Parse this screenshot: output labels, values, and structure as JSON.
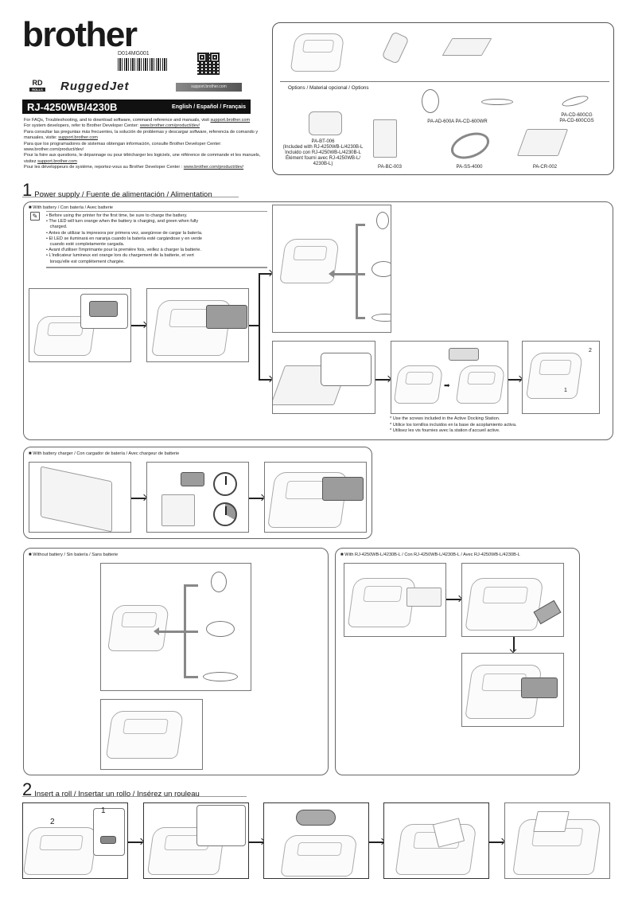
{
  "header": {
    "brand": "brother",
    "doc_code": "D014MG001",
    "rd_logo": {
      "top": "RD",
      "bottom": "ROLLS"
    },
    "product_line": "RuggedJet",
    "support_url_pill": "support.brother.com",
    "model": "RJ-4250WB/4230B",
    "languages": "English / Español / Français"
  },
  "intro": {
    "lines": [
      {
        "text": "For FAQs, Troubleshooting, and to download software, command reference and manuals, visit ",
        "link": "support.brother.com"
      },
      {
        "text": "For system developers, refer to Brother Developer Center: ",
        "link": "www.brother.com/product/dev/"
      },
      {
        "text": "Para consultar las preguntas más frecuentes, la solución de problemas y descargar software, referencia de comando y manuales, visite: ",
        "link": "support.brother.com"
      },
      {
        "text": "Para que los programadores de sistemas obtengan información, consulte Brother Developer Center: ",
        "link": "www.brother.com/product/dev/"
      },
      {
        "text": "Pour la foire aux questions, le dépannage ou pour télécharger les logiciels, une référence de commande et les manuels, visitez ",
        "link": "support.brother.com"
      },
      {
        "text": "Pour les développeurs de système, reportez-vous au Brother Developer Center : ",
        "link": "www.brother.com/product/dev/"
      }
    ]
  },
  "options": {
    "title": "Options / Material opcional / Options",
    "items": [
      {
        "label": "PA-BT-006\n(Included with RJ-4250WB-L/4230B-L\nIncluido con RJ-4250WB-L/4230B-L\nÉlément fourni avec RJ-4250WB-L/\n4230B-L)"
      },
      {
        "label": "PA-BC-003"
      },
      {
        "label": "PA-AD-600A PA-CD-600WR"
      },
      {
        "label": "PA-SS-4000"
      },
      {
        "label": "PA-CD-600CG\nPA-CD-600CGS"
      },
      {
        "label": "PA-CR-002"
      }
    ]
  },
  "section1": {
    "number": "1",
    "title": "Power supply / Fuente de alimentación / Alimentation",
    "with_battery": {
      "title": "With battery / Con batería / Avec batterie",
      "notes": [
        "• Before using the printer for the first time,  be sure to charge the battery.",
        "• The LED will turn orange when the battery is charging, and green when fully",
        "   charged.",
        "• Antes de utilizar la impresora por primera vez, asegúrese de cargar la batería.",
        "• El LED se iluminará en naranja cuando la batería esté cargándose y en verde",
        "   cuando esté completamente cargada.",
        "• Avant d'utiliser l'imprimante pour la première fois, veillez à charger la batterie.",
        "• L'indicateur lumineux est orange lors du chargement de la batterie, et vert",
        "   lorsqu'elle est complètement chargée."
      ],
      "footnotes": [
        "* Use the screws included in the Active Docking Station.",
        "* Utilice los tornillos incluidos en la base de acoplamiento activa.",
        "* Utilisez les vis fournies avec la station d'accueil active."
      ],
      "step_labels": {
        "one": "1",
        "two": "2"
      }
    },
    "with_charger": {
      "title": "With battery charger / Con cargador de batería / Avec chargeur de batterie"
    },
    "without_battery": {
      "title": "Without battery / Sin batería / Sans batterie"
    },
    "with_l_model": {
      "title": "With RJ-4250WB-L/4230B-L / Con RJ-4250WB-L/4230B-L / Avec RJ-4250WB-L/4230B-L"
    }
  },
  "section2": {
    "number": "2",
    "title": "Insert a roll / Insertar un rollo / Insérez un rouleau",
    "step_labels": {
      "one": "1",
      "two": "2"
    }
  }
}
